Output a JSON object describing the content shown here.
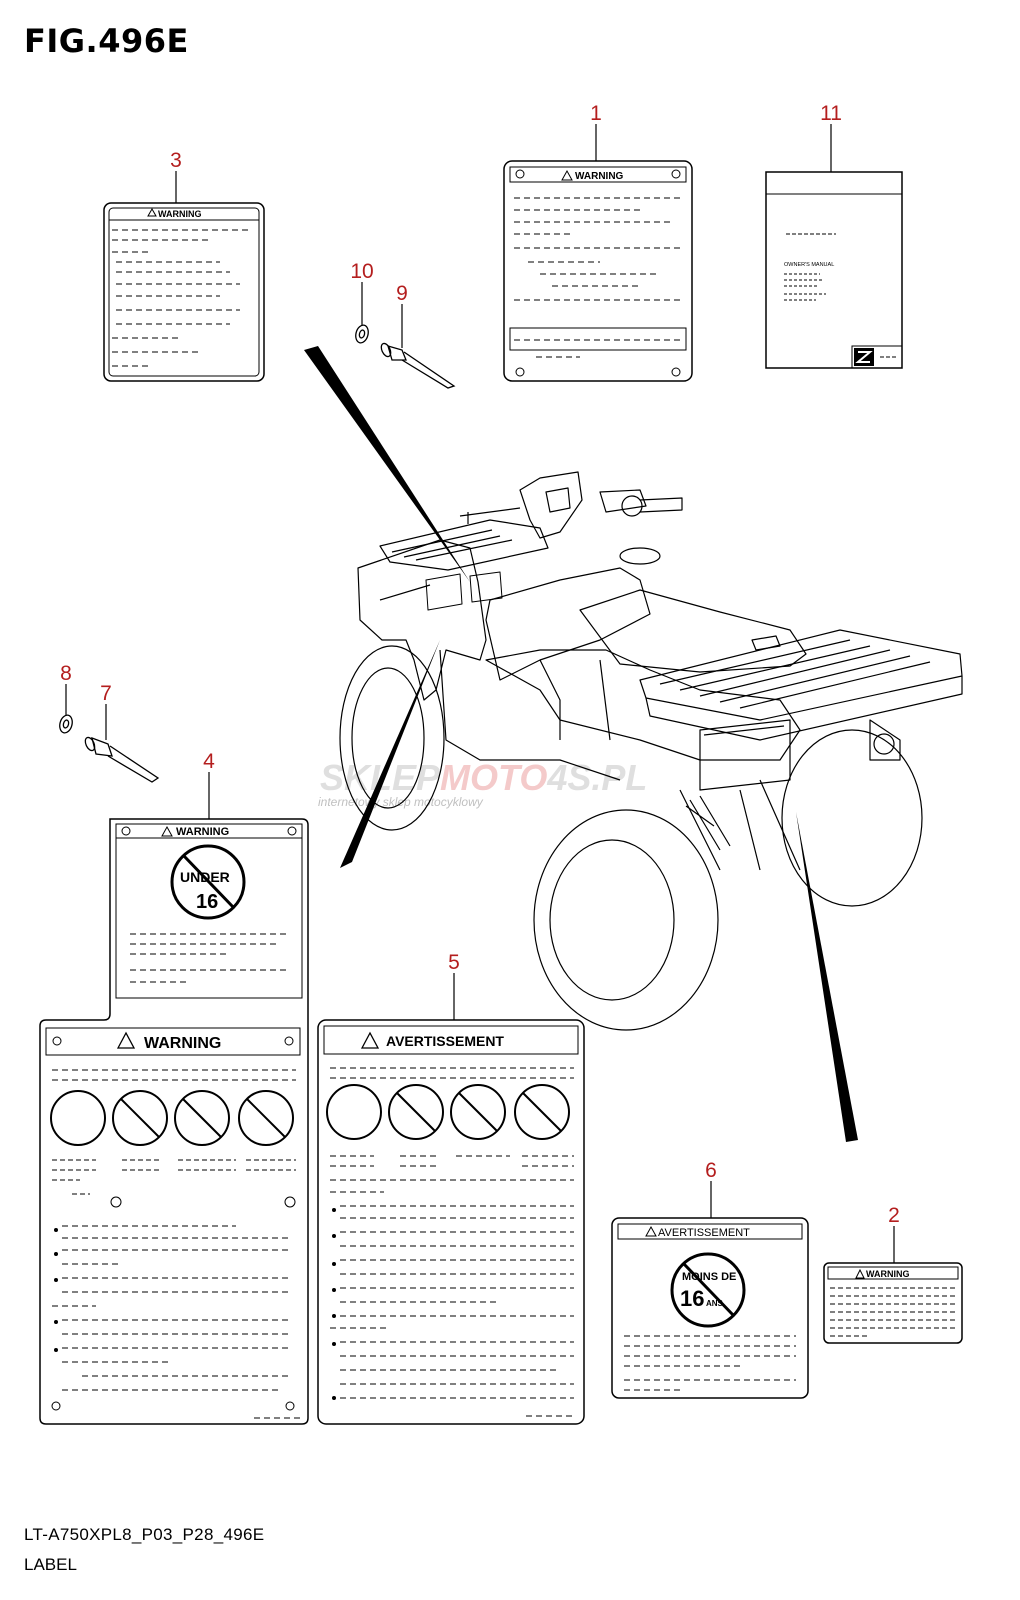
{
  "figure": {
    "title": "FIG.496E",
    "model_code": "LT-A750XPL8_P03_P28_496E",
    "caption": "LABEL"
  },
  "callouts": [
    {
      "key": "p1",
      "number": "1"
    },
    {
      "key": "p2",
      "number": "2"
    },
    {
      "key": "p3",
      "number": "3"
    },
    {
      "key": "p4",
      "number": "4"
    },
    {
      "key": "p5",
      "number": "5"
    },
    {
      "key": "p6",
      "number": "6"
    },
    {
      "key": "p7",
      "number": "7"
    },
    {
      "key": "p8",
      "number": "8"
    },
    {
      "key": "p9",
      "number": "9"
    },
    {
      "key": "p10",
      "number": "10"
    },
    {
      "key": "p11",
      "number": "11"
    }
  ],
  "labels": {
    "warning": "WARNING",
    "avertissement": "AVERTISSEMENT",
    "under": "UNDER",
    "age16": "16",
    "moins_de": "MOINS DE",
    "ans": "ANS",
    "owners_manual": "OWNER'S MANUAL"
  },
  "watermark": {
    "brand_left": "SKLEP",
    "brand_mid": "MOTO",
    "brand_right": "4S.PL",
    "tagline": "internetowy sklep motocyklowy"
  },
  "colors": {
    "callout": "#b41e1e",
    "line": "#000000",
    "watermark": "#c8c8c8",
    "watermark_accent": "#f0b4b4"
  }
}
